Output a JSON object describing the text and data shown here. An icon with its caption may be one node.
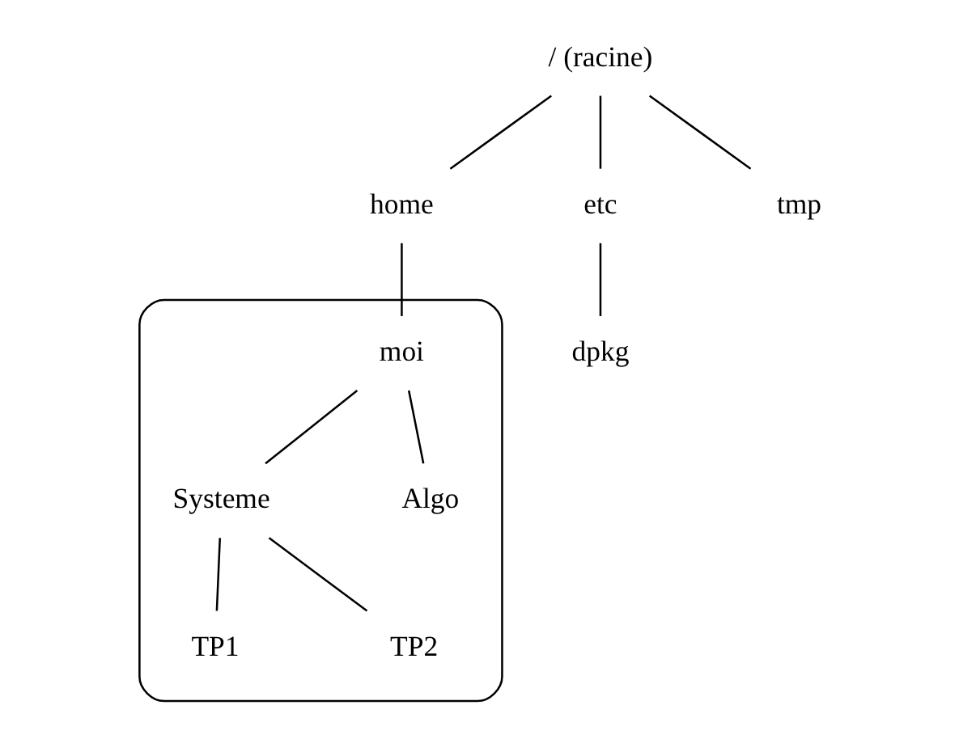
{
  "diagram": {
    "nodes": [
      {
        "text": [
          "/ (racine)"
        ]
      },
      {
        "text": [
          "home"
        ]
      },
      {
        "text": [
          "etc"
        ]
      },
      {
        "text": [
          "tmp"
        ]
      },
      {
        "text": [
          "dpkg"
        ]
      },
      {
        "text": [],
        "shape": "box"
      },
      {
        "text": [
          "moi"
        ],
        "in": 5
      },
      {
        "text": [
          "Systeme"
        ],
        "in": 5
      },
      {
        "text": [
          "Algo"
        ],
        "in": 5
      },
      {
        "text": [
          "TP1"
        ],
        "in": 5
      },
      {
        "text": [
          "TP2"
        ],
        "in": 5
      }
    ],
    "edges": [
      {
        "from": 0,
        "to": 1,
        "arrow": "none"
      },
      {
        "from": 0,
        "to": 2,
        "arrow": "none"
      },
      {
        "from": 0,
        "to": 3,
        "arrow": "none"
      },
      {
        "from": 2,
        "to": 4,
        "arrow": "none"
      },
      {
        "from": 1,
        "to": 6,
        "arrow": "none"
      },
      {
        "from": 6,
        "to": 7,
        "arrow": "none"
      },
      {
        "from": 6,
        "to": 8,
        "arrow": "none"
      },
      {
        "from": 7,
        "to": 9,
        "arrow": "none"
      },
      {
        "from": 7,
        "to": 10,
        "arrow": "none"
      }
    ]
  }
}
